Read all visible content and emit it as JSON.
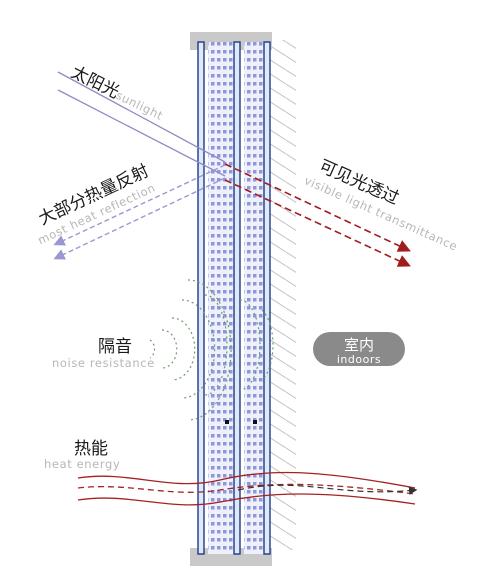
{
  "labels": {
    "sunlight_cn": "太阳光",
    "sunlight_en": "sunlight",
    "reflection_cn": "大部分热量反射",
    "reflection_en": "most heat reflection",
    "transmit_cn": "可见光透过",
    "transmit_en": "visible light transmittance",
    "noise_cn": "隔音",
    "noise_en": "noise resistance",
    "heat_cn": "热能",
    "heat_en": "heat energy",
    "indoors_cn": "室内",
    "indoors_en": "indoors"
  },
  "colors": {
    "sunlight": "#8e8cc6",
    "reflection": "#9a97d2",
    "transmission": "#a11c1c",
    "heat": "#a52222",
    "noise": "#6a9a6a",
    "glass": "#1f3a8a",
    "frame": "#bdbdbd",
    "pill": "#8a8a8a"
  }
}
